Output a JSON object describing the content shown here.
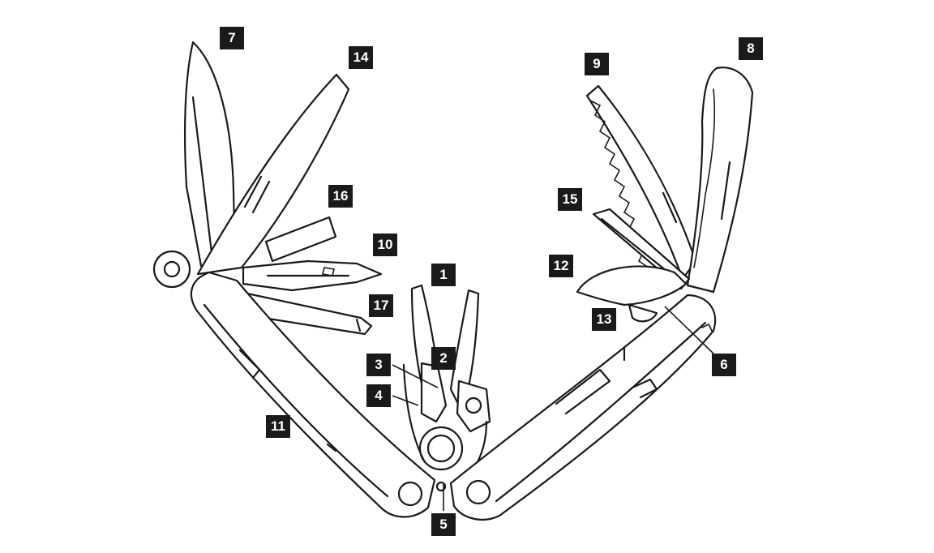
{
  "diagram": {
    "subject": "multi-tool",
    "ink_color": "#1a1a1a",
    "background_color": "#ffffff",
    "callout_background": "#1a1a1a",
    "callout_text_color": "#ffffff",
    "callouts": [
      "1",
      "2",
      "3",
      "4",
      "5",
      "6",
      "7",
      "8",
      "9",
      "10",
      "11",
      "12",
      "13",
      "14",
      "15",
      "16",
      "17"
    ]
  }
}
